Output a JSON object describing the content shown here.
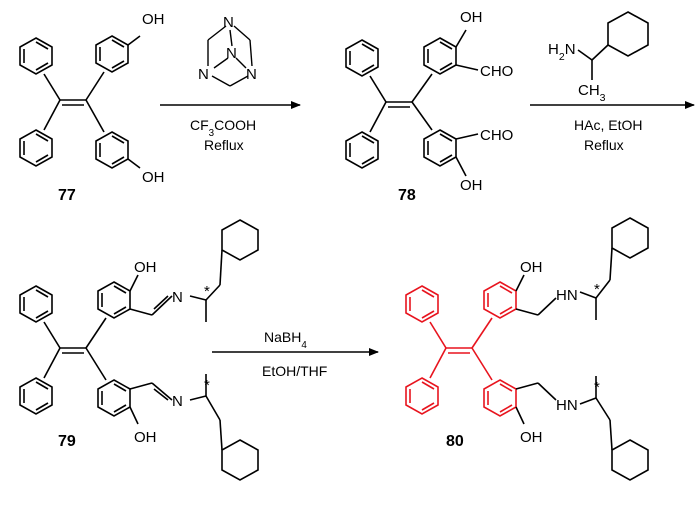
{
  "colors": {
    "ink": "#000000",
    "highlight": "#e8141e",
    "background": "#ffffff"
  },
  "compounds": {
    "c77": {
      "number": "77",
      "oh_top": "OH",
      "oh_bottom": "OH"
    },
    "c78": {
      "number": "78",
      "oh_top": "OH",
      "oh_bottom": "OH",
      "cho_top": "CHO",
      "cho_bottom": "CHO"
    },
    "c79": {
      "number": "79",
      "oh_top": "OH",
      "oh_bottom": "OH",
      "n_top": "N",
      "n_bottom": "N",
      "star": "*"
    },
    "c80": {
      "number": "80",
      "oh_top": "OH",
      "oh_bottom": "OH",
      "hn_top": "HN",
      "hn_bottom": "HN",
      "star": "*"
    }
  },
  "reagents": {
    "hmta": {
      "n": "N"
    },
    "amine": {
      "nh2": "H2N",
      "ch3": "CH3"
    }
  },
  "conditions": {
    "step1": {
      "line1": "CF3COOH",
      "line2": "Reflux"
    },
    "step2": {
      "line1": "HAc, EtOH",
      "line2": "Reflux"
    },
    "step3": {
      "line1": "NaBH4",
      "line2": "EtOH/THF"
    }
  }
}
